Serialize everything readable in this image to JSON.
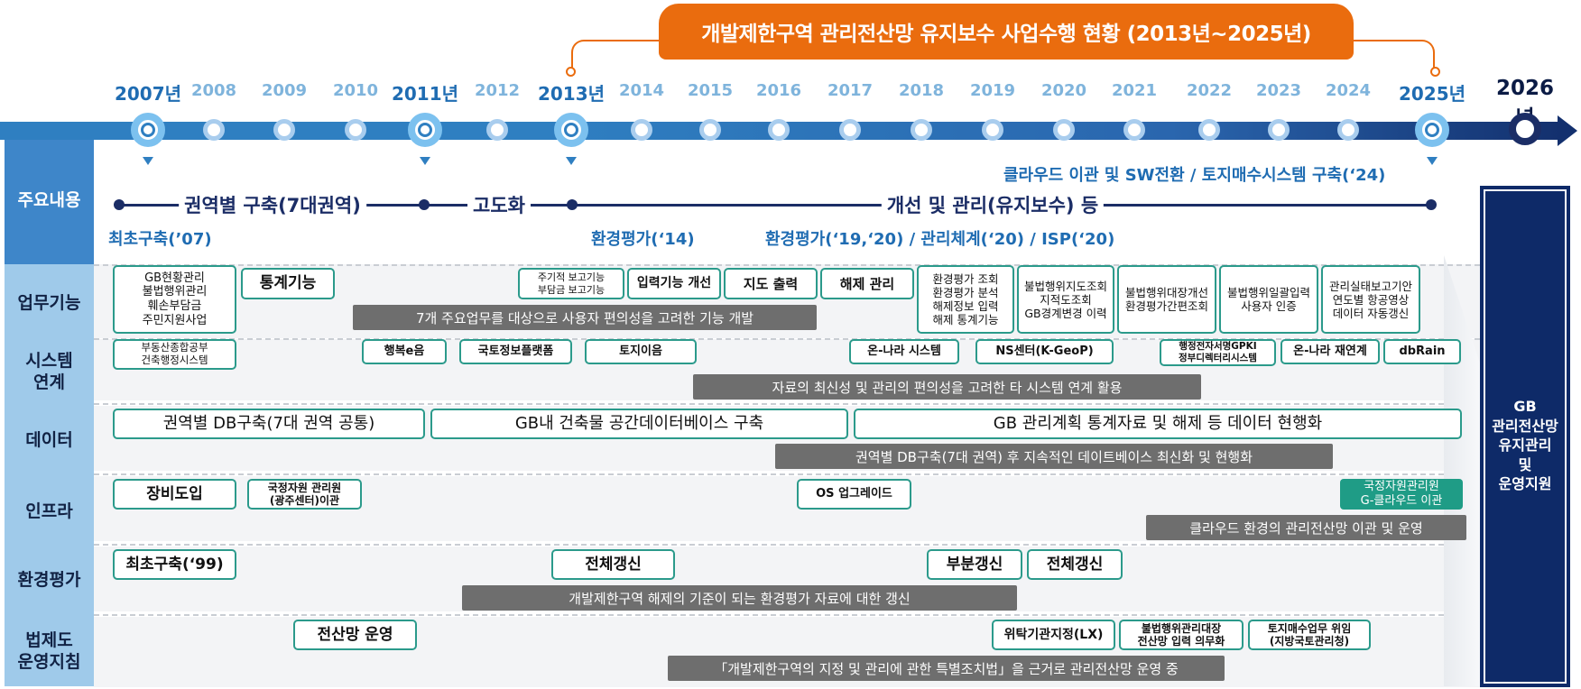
{
  "title": "개발제한구역 관리전산망 유지보수 사업수행 현황 (2013년~2025년)",
  "timeline": {
    "years": [
      {
        "label": "2007년",
        "type": "big"
      },
      {
        "label": "2008",
        "type": "small"
      },
      {
        "label": "2009",
        "type": "small"
      },
      {
        "label": "2010",
        "type": "small"
      },
      {
        "label": "2011년",
        "type": "big"
      },
      {
        "label": "2012",
        "type": "small"
      },
      {
        "label": "2013년",
        "type": "big"
      },
      {
        "label": "2014",
        "type": "small"
      },
      {
        "label": "2015",
        "type": "small"
      },
      {
        "label": "2016",
        "type": "small"
      },
      {
        "label": "2017",
        "type": "small"
      },
      {
        "label": "2018",
        "type": "small"
      },
      {
        "label": "2019",
        "type": "small"
      },
      {
        "label": "2020",
        "type": "small"
      },
      {
        "label": "2021",
        "type": "small"
      },
      {
        "label": "2022",
        "type": "small"
      },
      {
        "label": "2023",
        "type": "small"
      },
      {
        "label": "2024",
        "type": "small"
      },
      {
        "label": "2025년",
        "type": "big"
      },
      {
        "label": "2026년",
        "type": "end"
      }
    ]
  },
  "categories": {
    "main": "주요내용",
    "work": "업무기능",
    "system": "시스템\n연계",
    "data": "데이터",
    "infra": "인프라",
    "env": "환경평가",
    "law": "법제도\n운영지침"
  },
  "main_content": {
    "cloud_note": "클라우드 이관 및 SW전환 / 토지매수시스템 구축(‘24)",
    "phase1": "권역별 구축(7대권역)",
    "phase2": "고도화",
    "phase3": "개선 및 관리(유지보수) 등",
    "initial": "최초구축(’07)",
    "env14": "환경평가(‘14)",
    "env19": "환경평가(‘19,‘20) / 관리체계(‘20) / ISP(‘20)"
  },
  "work": {
    "boxes": [
      "GB현황관리\n불법행위관리\n훼손부담금\n주민지원사업",
      "통계기능",
      "주기적 보고기능\n부담금 보고기능",
      "입력기능 개선",
      "지도 출력",
      "해제 관리",
      "환경평가 조회\n환경평가 분석\n해제정보 입력\n해제 통계기능",
      "불법행위지도조회\n지적도조회\nGB경계변경 이력",
      "불법행위대장개선\n환경평가간편조회",
      "불법행위일괄입력\n사용자 인증",
      "관리실태보고기안\n연도별 항공영상\n데이터 자동갱신"
    ],
    "bar": "7개 주요업무를 대상으로 사용자 편의성을 고려한 기능 개발"
  },
  "system": {
    "boxes": [
      "부동산종합공부\n건축행정시스템",
      "행복e음",
      "국토정보플랫폼",
      "토지이음",
      "온-나라 시스템",
      "NS센터(K-GeoP)",
      "행정전자서명GPKI\n정부디렉터리시스템",
      "온-나라 재연계",
      "dbRain"
    ],
    "bar": "자료의 최신성 및 관리의 편의성을 고려한 타 시스템 연계 활용"
  },
  "data_row": {
    "boxes": [
      "권역별 DB구축(7대 권역 공통)",
      "GB내 건축물 공간데이터베이스 구축",
      "GB 관리계획 통계자료 및 해제 등 데이터 현행화"
    ],
    "bar": "권역별 DB구축(7대 권역) 후 지속적인 데이트베이스 최신화 및 현행화"
  },
  "infra": {
    "boxes": [
      "장비도입",
      "국정자원 관리원\n(광주센터)이관",
      "OS 업그레이드"
    ],
    "green": "국정자원관리원\nG-클라우드 이관",
    "bar": "클라우드 환경의 관리전산망 이관 및 운영"
  },
  "env": {
    "boxes": [
      "최초구축(‘99)",
      "전체갱신",
      "부분갱신",
      "전체갱신"
    ],
    "bar": "개발제한구역 해제의 기준이 되는 환경평가 자료에 대한 갱신"
  },
  "law": {
    "boxes": [
      "전산망 운영",
      "위탁기관지정(LX)",
      "불법행위관리대장\n전산망 입력 의무화",
      "토지매수업무 위임\n(지방국토관리청)"
    ],
    "bar": "「개발제한구역의 지정 및 관리에 관한 특별조치법」을 근거로 관리전산망 운영 중"
  },
  "right_panel": "GB\n관리전산망\n유지관리\n및\n운영지원",
  "colors": {
    "banner": "#ea6c0e",
    "timeline": "#2f7fc1",
    "navy": "#1b2d66",
    "box_border": "#2b9a8b",
    "gray_bar": "#6e6e6e",
    "green": "#1f9c86"
  }
}
